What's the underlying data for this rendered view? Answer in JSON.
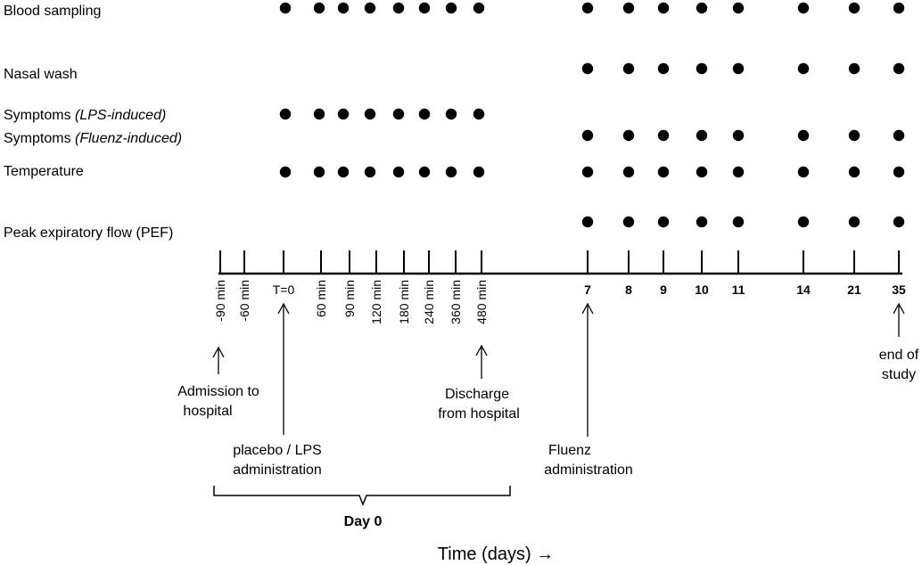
{
  "rows": [
    {
      "id": "blood",
      "label": "Blood sampling",
      "italic": "",
      "points": [
        -1,
        60,
        90,
        120,
        180,
        240,
        360,
        480,
        "7",
        "8",
        "9",
        "10",
        "11",
        "14",
        "21",
        "35"
      ]
    },
    {
      "id": "nasal",
      "label": "Nasal wash",
      "italic": "",
      "points": [
        "7",
        "8",
        "9",
        "10",
        "11",
        "14",
        "21",
        "35"
      ]
    },
    {
      "id": "symptoms-lps",
      "label": "Symptoms ",
      "italic": "(LPS-induced)",
      "points": [
        -1,
        60,
        90,
        120,
        180,
        240,
        360,
        480
      ]
    },
    {
      "id": "symptoms-fluenz",
      "label": "Symptoms ",
      "italic": "(Fluenz-induced)",
      "points": [
        "7",
        "8",
        "9",
        "10",
        "11",
        "14",
        "21",
        "35"
      ]
    },
    {
      "id": "temperature",
      "label": "Temperature",
      "italic": "",
      "points": [
        -1,
        60,
        90,
        120,
        180,
        240,
        360,
        480,
        "7",
        "8",
        "9",
        "10",
        "11",
        "14",
        "21",
        "35"
      ]
    },
    {
      "id": "pef",
      "label": "Peak expiratory flow (PEF)",
      "italic": "",
      "points": [
        "7",
        "8",
        "9",
        "10",
        "11",
        "14",
        "21",
        "35"
      ]
    }
  ],
  "minute_ticks": [
    "-90 min",
    "-60 min",
    "T=0",
    "60 min",
    "90 min",
    "120 min",
    "180 min",
    "240 min",
    "360 min",
    "480 min"
  ],
  "day_ticks": [
    "7",
    "8",
    "9",
    "10",
    "11",
    "14",
    "21",
    "35"
  ],
  "annotations": {
    "admission": [
      "Admission to",
      "hospital"
    ],
    "placebo": [
      "placebo / LPS",
      "administration"
    ],
    "discharge": [
      "Discharge",
      "from hospital"
    ],
    "fluenz": [
      "Fluenz",
      "administration"
    ],
    "end": [
      "end of",
      "study"
    ]
  },
  "day0_label": "Day 0",
  "axis_title": "Time (days) →"
}
